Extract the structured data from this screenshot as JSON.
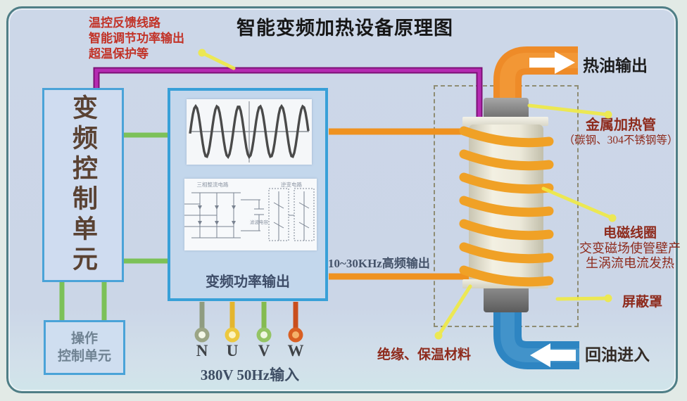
{
  "title": "智能变频加热设备原理图",
  "feedback_notes": {
    "line1": "温控反馈线路",
    "line2": "智能调节功率输出",
    "line3": "超温保护等"
  },
  "left_unit": {
    "label": "变频控制单元"
  },
  "operation_unit": {
    "line1": "操作",
    "line2": "控制单元"
  },
  "inverter": {
    "output_label": "变频功率输出",
    "schematic": {
      "rectifier_label": "三相整流电路",
      "filter_label": "滤波电容",
      "inverter_label": "逆变电路"
    }
  },
  "power_input": {
    "phases": [
      {
        "label": "N",
        "color": "#8f9c80"
      },
      {
        "label": "U",
        "color": "#e4b52e"
      },
      {
        "label": "V",
        "color": "#85bb4f"
      },
      {
        "label": "W",
        "color": "#c94e1d"
      }
    ],
    "label": "380V  50Hz输入"
  },
  "hf_output_label": "10~30KHz高频输出",
  "heater_labels": {
    "hot_oil_out": "热油输出",
    "tube_line1": "金属加热管",
    "tube_line2": "（碳钢、304不锈钢等）",
    "coil_line1": "电磁线圈",
    "coil_line2": "交变磁场使管壁产",
    "coil_line3": "生涡流电流发热",
    "shield": "屏蔽罩",
    "oil_return": "回油进入",
    "insulation": "绝缘、保温材料"
  },
  "colors": {
    "frame_border": "#4f7e86",
    "background": "#cbd6e7",
    "box_border": "#38a0d8",
    "purple_wire": "#a21d9f",
    "green_wire": "#7cc158",
    "orange_wire": "#ef9220",
    "hot_pipe": "#ee8b28",
    "cold_pipe": "#2e85c2",
    "coil": "#f0a126",
    "annotation_yellow": "#f0ea43",
    "red_note": "#c23227",
    "dark_red_label": "#8e2b1d"
  }
}
